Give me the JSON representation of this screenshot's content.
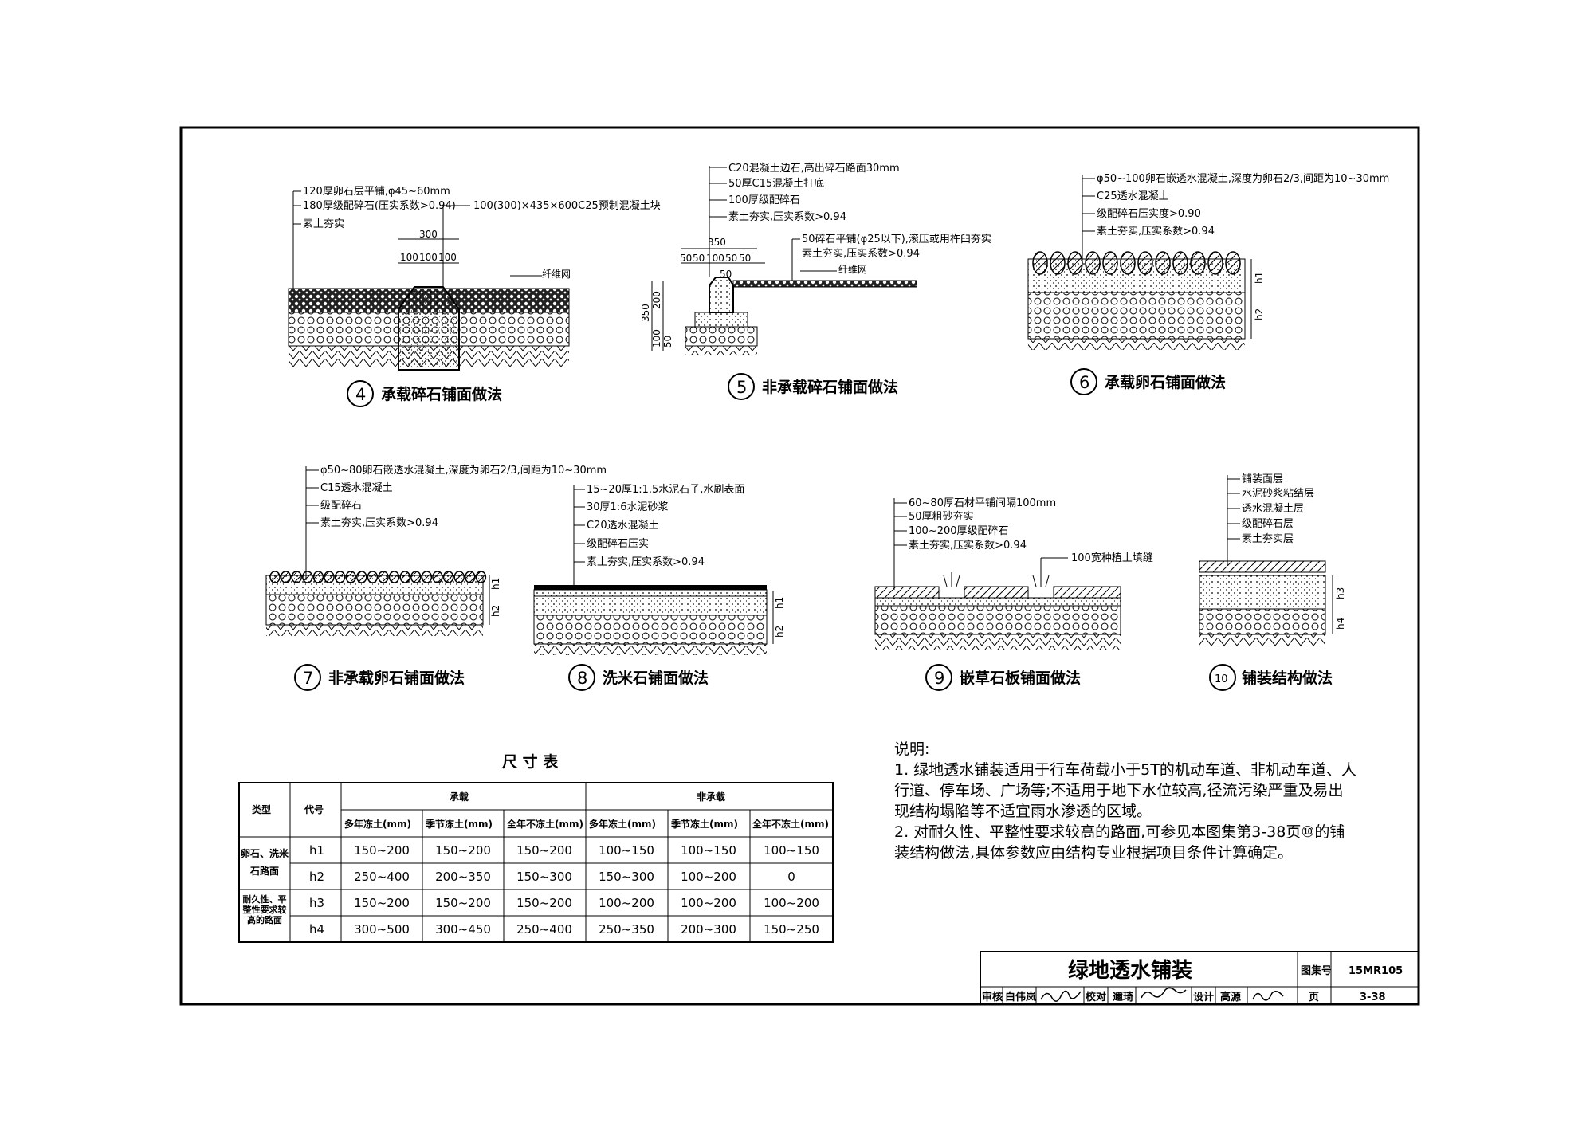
{
  "sheet": {
    "title": "绿地透水铺装",
    "atlas_label": "图集号",
    "atlas_no": "15MR105",
    "page_label": "页",
    "page_no": "3-38",
    "review_label": "审核",
    "reviewer": "白伟岚",
    "check_label": "校对",
    "checker": "邇琦",
    "design_label": "设计",
    "designer": "高源"
  },
  "details": [
    {
      "no": "4",
      "title": "承载碎石铺面做法",
      "labels": [
        "120厚卵石层平铺,φ45~60mm",
        "180厚级配碎石(压实系数>0.94)",
        "素土夯实",
        "100(300)×435×600C25预制混凝土块",
        "纤维网"
      ],
      "dims": [
        "300",
        "100",
        "100",
        "100"
      ]
    },
    {
      "no": "5",
      "title": "非承载碎石铺面做法",
      "labels": [
        "C20混凝土边石,高出碎石路面30mm",
        "50厚C15混凝土打底",
        "100厚级配碎石",
        "素土夯实,压实系数>0.94",
        "50碎石平铺(φ25以下),滚压或用杵臼夯实",
        "素土夯实,压实系数>0.94",
        "纤维网"
      ],
      "dims": [
        "350",
        "50",
        "50",
        "100",
        "50",
        "50",
        "50",
        "350",
        "200",
        "100",
        "50"
      ]
    },
    {
      "no": "6",
      "title": "承载卵石铺面做法",
      "labels": [
        "φ50~100卵石嵌透水混凝土,深度为卵石2/3,间距为10~30mm",
        "C25透水混凝土",
        "级配碎石压实度>0.90",
        "素土夯实,压实系数>0.94"
      ],
      "dims": [
        "h1",
        "h2"
      ]
    },
    {
      "no": "7",
      "title": "非承载卵石铺面做法",
      "labels": [
        "φ50~80卵石嵌透水混凝土,深度为卵石2/3,间距为10~30mm",
        "C15透水混凝土",
        "级配碎石",
        "素土夯实,压实系数>0.94"
      ],
      "dims": [
        "h1",
        "h2"
      ]
    },
    {
      "no": "8",
      "title": "洗米石铺面做法",
      "labels": [
        "15~20厚1:1.5水泥石子,水刷表面",
        "30厚1:6水泥砂浆",
        "C20透水混凝土",
        "级配碎石压实",
        "素土夯实,压实系数>0.94"
      ],
      "dims": [
        "h1",
        "h2"
      ]
    },
    {
      "no": "9",
      "title": "嵌草石板铺面做法",
      "labels": [
        "60~80厚石材平铺间隔100mm",
        "50厚粗砂夯实",
        "100~200厚级配碎石",
        "素土夯实,压实系数>0.94",
        "100宽种植土填缝"
      ],
      "dims": []
    },
    {
      "no": "10",
      "title": "铺装结构做法",
      "labels": [
        "铺装面层",
        "水泥砂浆粘结层",
        "透水混凝土层",
        "级配碎石层",
        "素土夯实层"
      ],
      "dims": [
        "h3",
        "h4"
      ]
    }
  ],
  "table": {
    "caption": "尺 寸 表",
    "group_headers": [
      "承载",
      "非承载"
    ],
    "col_headers": [
      "类型",
      "代号",
      "多年冻土(mm)",
      "季节冻土(mm)",
      "全年不冻土(mm)",
      "多年冻土(mm)",
      "季节冻土(mm)",
      "全年不冻土(mm)"
    ],
    "row_groups": [
      "卵石、洗米石路面",
      "耐久性、平整性要求较高的路面"
    ],
    "rows": [
      {
        "code": "h1",
        "values": [
          "150~200",
          "150~200",
          "150~200",
          "100~150",
          "100~150",
          "100~150"
        ]
      },
      {
        "code": "h2",
        "values": [
          "250~400",
          "200~350",
          "150~300",
          "150~300",
          "100~200",
          "0"
        ]
      },
      {
        "code": "h3",
        "values": [
          "150~200",
          "150~200",
          "150~200",
          "100~200",
          "100~200",
          "100~200"
        ]
      },
      {
        "code": "h4",
        "values": [
          "300~500",
          "300~450",
          "250~400",
          "250~350",
          "200~300",
          "150~250"
        ]
      }
    ]
  },
  "notes": {
    "heading": "说明:",
    "lines": [
      "1. 绿地透水铺装适用于行车荷载小于5T的机动车道、非机动车道、人",
      "行道、停车场、广场等;不适用于地下水位较高,径流污染严重及易出",
      "现结构塌陷等不适宜雨水渗透的区域。",
      "2. 对耐久性、平整性要求较高的路面,可参见本图集第3-38页⑩的铺",
      "装结构做法,具体参数应由结构专业根据项目条件计算确定。"
    ]
  }
}
